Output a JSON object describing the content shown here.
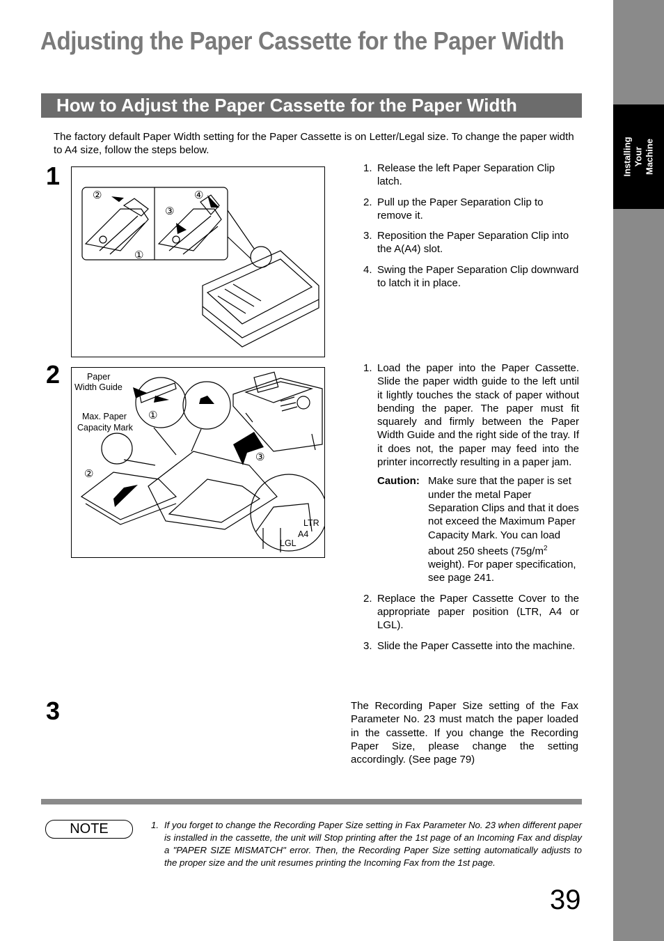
{
  "sidebar": {
    "tab_label": "Installing Your\nMachine"
  },
  "page_title": "Adjusting the Paper Cassette for the Paper Width",
  "section_title": "How to Adjust the Paper Cassette for the Paper Width",
  "intro": "The factory default Paper Width setting for the Paper Cassette is on Letter/Legal size.  To change the paper width to A4 size, follow the steps below.",
  "step1": {
    "number": "1",
    "figure_labels": {
      "c1": "①",
      "c2": "②",
      "c3": "③",
      "c4": "④"
    },
    "items": [
      {
        "n": "1.",
        "text": "Release the left Paper Separation Clip latch."
      },
      {
        "n": "2.",
        "text": "Pull up the Paper Separation Clip to remove it."
      },
      {
        "n": "3.",
        "text": "Reposition the Paper Separation Clip into the A(A4) slot."
      },
      {
        "n": "4.",
        "text": "Swing the Paper Separation Clip downward to latch it in place."
      }
    ]
  },
  "step2": {
    "number": "2",
    "figure_labels": {
      "paper": "Paper",
      "width_guide": "Width Guide",
      "max_paper": "Max. Paper",
      "capacity_mark": "Capacity Mark",
      "c1": "①",
      "c2": "②",
      "c3": "③",
      "ltr": "LTR",
      "a4": "A4",
      "lgl": "LGL"
    },
    "items": [
      {
        "n": "1.",
        "text": "Load the paper into the Paper Cassette.  Slide the paper width guide to the left until it lightly touches the stack of paper without bending the paper. The paper must fit squarely and firmly between the Paper Width Guide and the right side of the tray. If it does not, the paper may feed into the printer incorrectly resulting in a paper jam."
      },
      {
        "n": "2.",
        "text": "Replace the Paper Cassette Cover to the appropriate paper position (LTR, A4 or LGL)."
      },
      {
        "n": "3.",
        "text": "Slide the Paper Cassette into the machine."
      }
    ],
    "caution_label": "Caution:",
    "caution_text_before": "Make sure that the paper is set under the metal Paper Separation Clips and that it does not exceed the Maximum Paper Capacity Mark. You can load about 250 sheets (75g/m",
    "caution_sup": "2",
    "caution_text_after": " weight). For paper specification, see page 241."
  },
  "step3": {
    "number": "3",
    "text": "The Recording Paper Size setting of the Fax Parameter No. 23 must match the paper loaded in the cassette. If you change the Recording Paper Size, please change the setting accordingly.  (See page 79)"
  },
  "note": {
    "badge": "NOTE",
    "n": "1.",
    "text": "If you forget to change the Recording Paper Size setting in Fax Parameter No. 23 when different paper is installed in the cassette, the unit will Stop printing after the 1st page of an Incoming Fax and display a \"PAPER SIZE MISMATCH\" error.  Then, the Recording Paper Size setting automatically adjusts to the proper size and the unit resumes printing the Incoming Fax from the 1st page."
  },
  "page_number": "39"
}
